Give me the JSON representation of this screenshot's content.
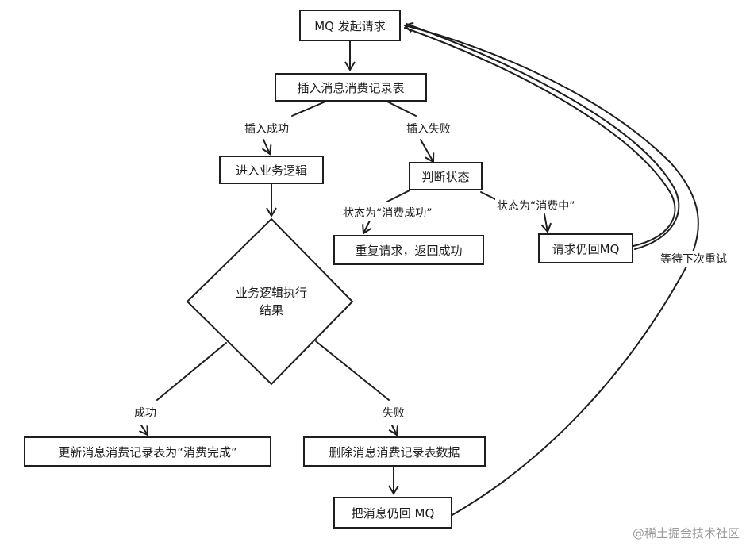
{
  "nodes": {
    "mq_request": "MQ 发起请求",
    "insert_record": "插入消息消费记录表",
    "enter_logic": "进入业务逻辑",
    "judge_status": "判断状态",
    "repeat_request": "重复请求，返回成功",
    "request_back_mq": "请求仍回MQ",
    "logic_result": [
      "业务逻辑执行",
      "结果"
    ],
    "update_record": "更新消息消费记录表为“消费完成”",
    "delete_record": "删除消息消费记录表数据",
    "message_back_mq": "把消息仍回 MQ"
  },
  "edges": {
    "insert_success": "插入成功",
    "insert_fail": "插入失败",
    "status_success": "状态为“消费成功”",
    "status_consuming": "状态为“消费中”",
    "success": "成功",
    "fail": "失败",
    "wait_retry": "等待下次重试"
  },
  "watermark": "@稀土掘金技术社区"
}
